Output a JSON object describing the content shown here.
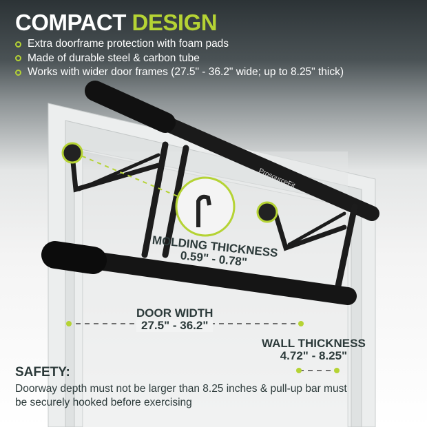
{
  "header": {
    "title_main": "COMPACT",
    "title_accent": "DESIGN"
  },
  "features": [
    "Extra doorframe protection with foam pads",
    "Made of durable steel & carbon tube",
    "Works with wider door frames (27.5\" - 36.2\" wide; up to 8.25\" thick)"
  ],
  "dimensions": {
    "molding_label": "MOLDING THICKNESS",
    "molding_value": "0.59\" - 0.78\"",
    "door_label": "DOOR WIDTH",
    "door_value": "27.5\" - 36.2\"",
    "wall_label": "WALL THICKNESS",
    "wall_value": "4.72\" - 8.25\""
  },
  "safety": {
    "heading": "SAFETY:",
    "text": "Doorway depth must not be larger than 8.25 inches & pull-up bar must be securely hooked before exercising"
  },
  "brand_logo": "ProsourceFit",
  "colors": {
    "accent": "#b5d334",
    "text_dark": "#2c3a3a",
    "header_bg": "#2c3336"
  }
}
